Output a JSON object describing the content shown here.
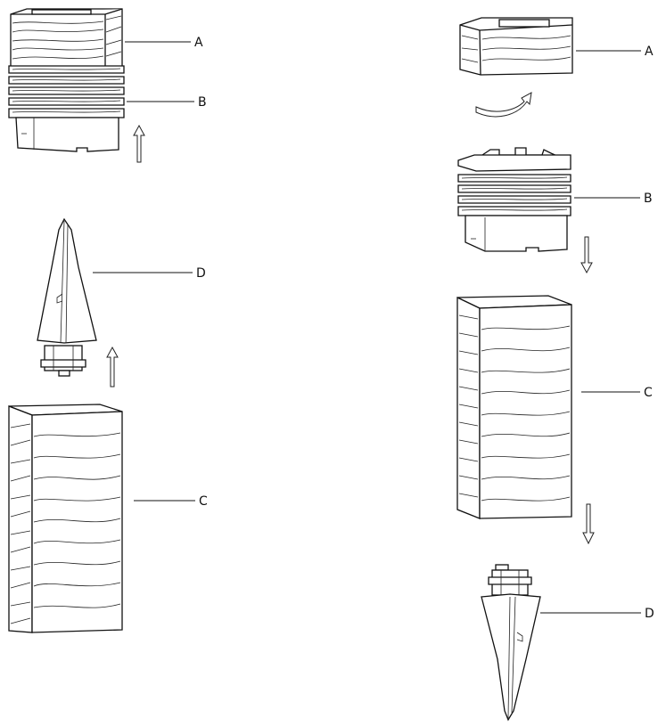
{
  "labels": {
    "left_A": "A",
    "left_B": "B",
    "left_D": "D",
    "left_C": "C",
    "right_A": "A",
    "right_B": "B",
    "right_C": "C",
    "right_D": "D"
  }
}
